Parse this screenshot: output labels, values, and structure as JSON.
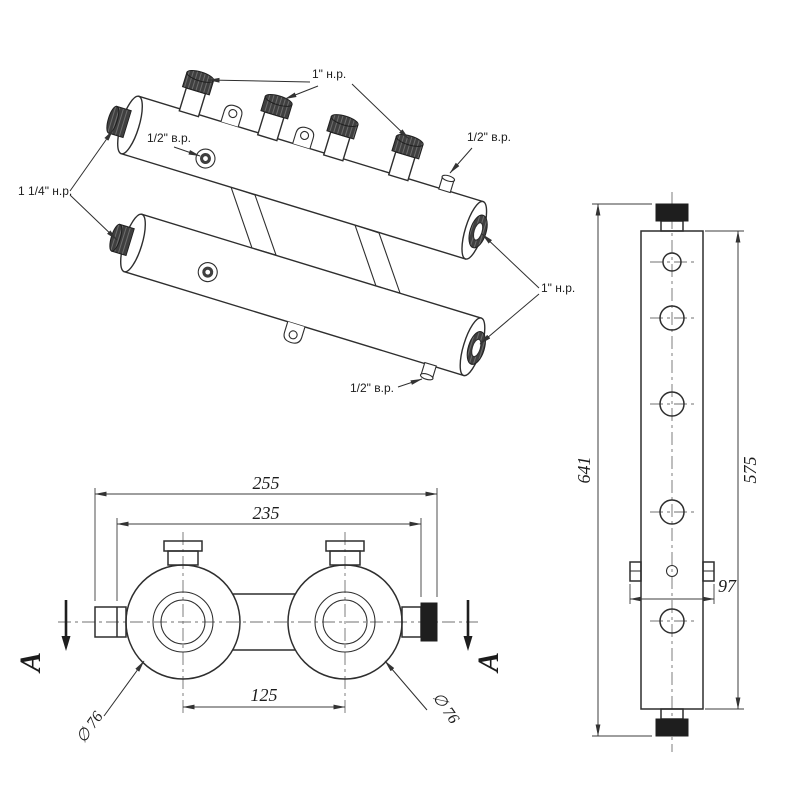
{
  "iso_view": {
    "callouts": {
      "top_ports": "1\" н.р.",
      "upper_front_port": "1/2\" в.р.",
      "right_side_port": "1/2\" в.р.",
      "left_ends": "1 1/4\" н.р.",
      "right_ends": "1\" н.р.",
      "bottom_port": "1/2\" в.р."
    }
  },
  "front_view": {
    "dims": {
      "overall_width": "255",
      "shoulder_width": "235",
      "port_center_distance": "125",
      "left_tube_diameter": "∅ 76",
      "right_tube_diameter": "∅ 76"
    },
    "section_label": "A"
  },
  "side_view": {
    "dims": {
      "overall_height": "641",
      "body_height": "575",
      "bracket_span": "97"
    }
  }
}
